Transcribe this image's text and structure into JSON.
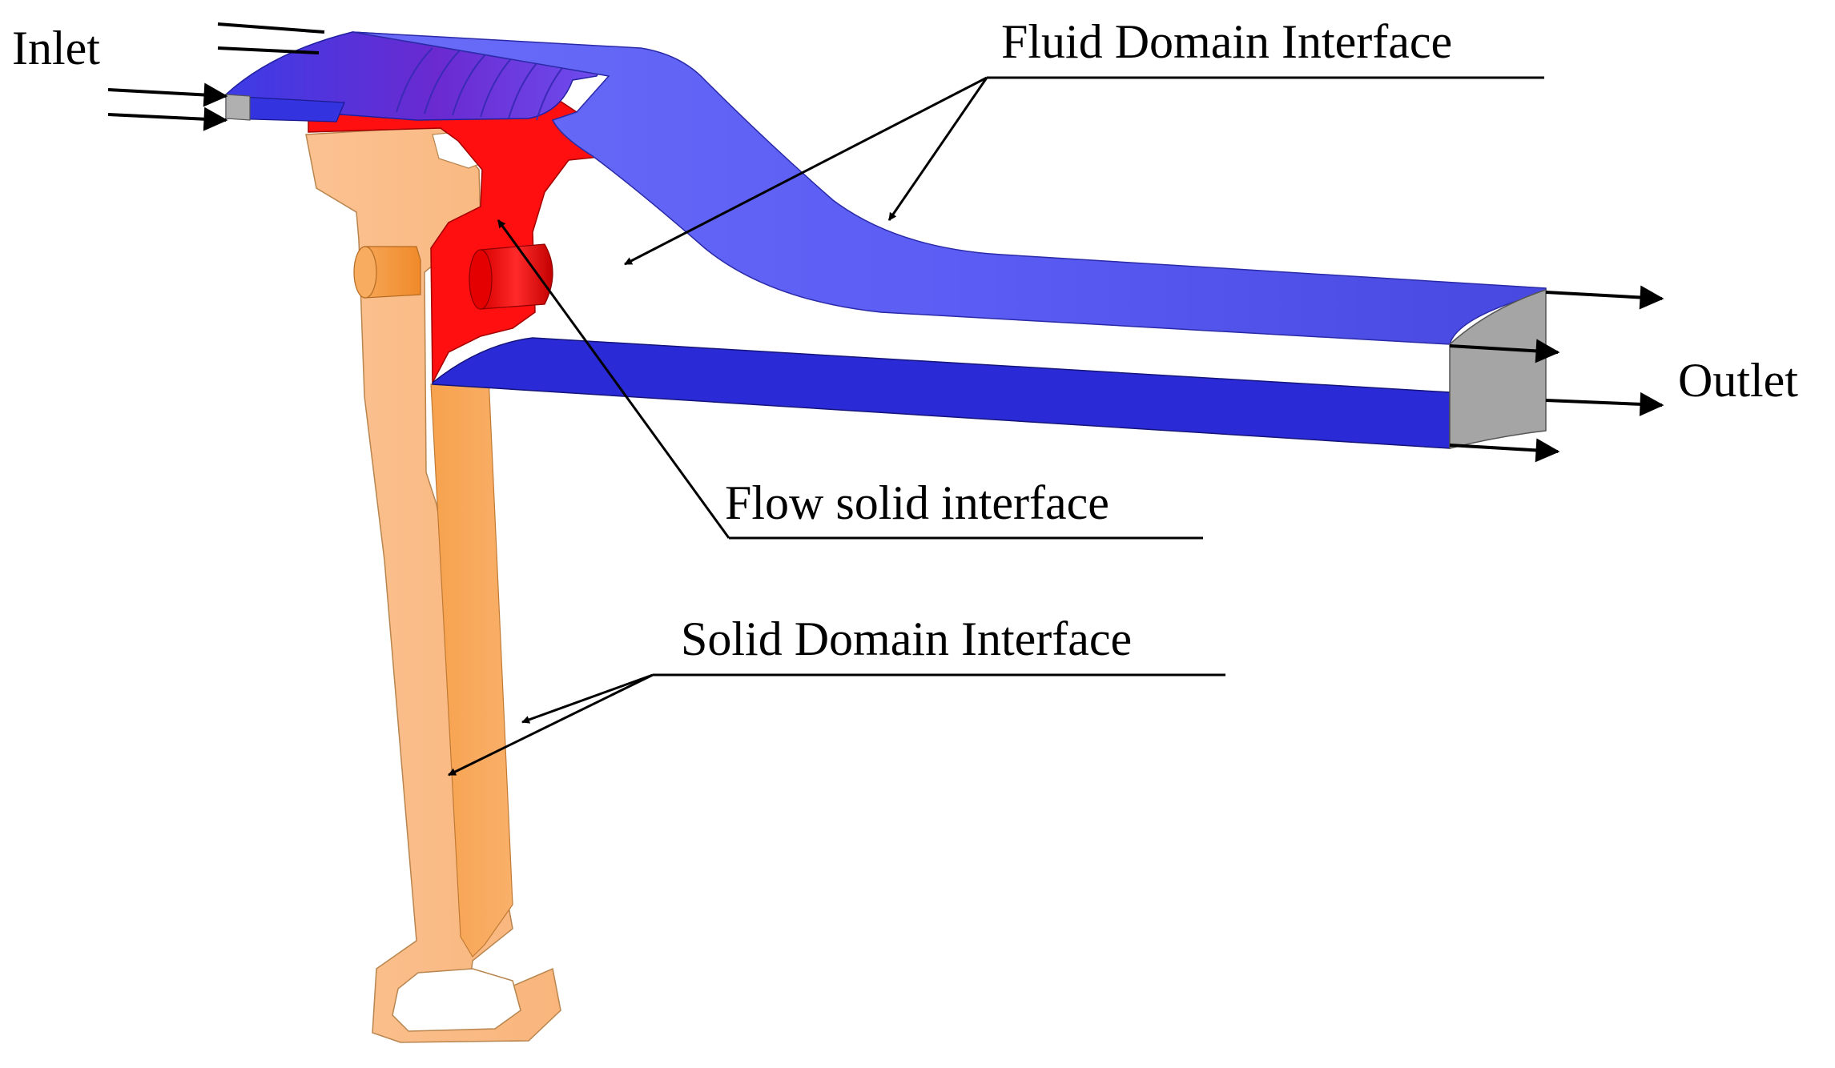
{
  "labels": {
    "inlet": "Inlet",
    "outlet": "Outlet",
    "fluid_domain_interface": "Fluid Domain Interface",
    "flow_solid_interface": "Flow solid interface",
    "solid_domain_interface": "Solid Domain Interface"
  },
  "colors": {
    "fluid_top": "#5a5cf2",
    "fluid_dark": "#2323d4",
    "fluid_inlet": "#4b4be8",
    "solid_red": "#ff0f0f",
    "blade_light": "#fbc090",
    "blade_dark": "#f5a04a",
    "outlet_face": "#a5a5a5"
  }
}
